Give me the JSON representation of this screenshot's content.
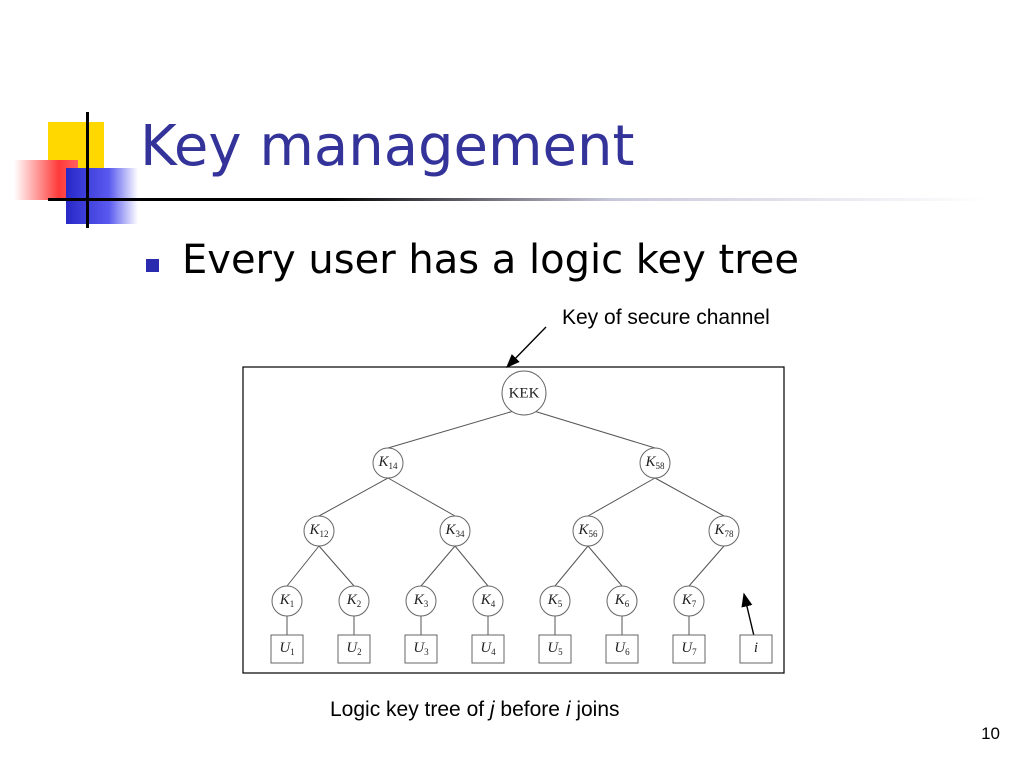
{
  "slide": {
    "title": "Key management",
    "bullet": "Every user has a logic key tree",
    "callout": "Key of secure channel",
    "caption": {
      "part1": "Logic key tree of ",
      "j": "j",
      "part2": " before ",
      "i": "i",
      "part3": " joins"
    },
    "page_number": "10"
  },
  "colors": {
    "title": "#33339a",
    "bullet": "#2b2bb0",
    "deco_yellow": "#ffd800",
    "deco_red": "#ff3a3a",
    "deco_blue": "#2828c8"
  },
  "tree": {
    "root": "KEK",
    "level1": [
      {
        "base": "K",
        "sub": "14"
      },
      {
        "base": "K",
        "sub": "58"
      }
    ],
    "level2": [
      {
        "base": "K",
        "sub": "12"
      },
      {
        "base": "K",
        "sub": "34"
      },
      {
        "base": "K",
        "sub": "56"
      },
      {
        "base": "K",
        "sub": "78"
      }
    ],
    "level3": [
      {
        "base": "K",
        "sub": "1"
      },
      {
        "base": "K",
        "sub": "2"
      },
      {
        "base": "K",
        "sub": "3"
      },
      {
        "base": "K",
        "sub": "4"
      },
      {
        "base": "K",
        "sub": "5"
      },
      {
        "base": "K",
        "sub": "6"
      },
      {
        "base": "K",
        "sub": "7"
      }
    ],
    "users": [
      {
        "base": "U",
        "sub": "1"
      },
      {
        "base": "U",
        "sub": "2"
      },
      {
        "base": "U",
        "sub": "3"
      },
      {
        "base": "U",
        "sub": "4"
      },
      {
        "base": "U",
        "sub": "5"
      },
      {
        "base": "U",
        "sub": "6"
      },
      {
        "base": "U",
        "sub": "7"
      },
      {
        "base": "i",
        "sub": ""
      }
    ]
  }
}
